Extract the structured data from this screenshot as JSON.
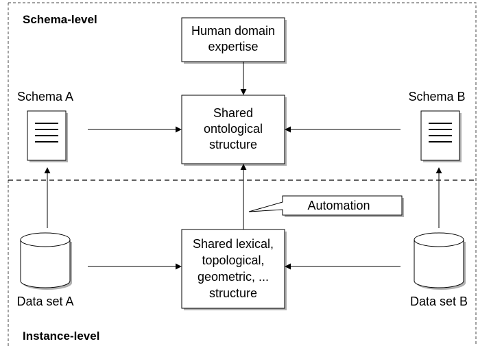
{
  "levels": {
    "schema": "Schema-level",
    "instance": "Instance-level"
  },
  "schema_a": {
    "label": "Schema A",
    "icon": "document-icon"
  },
  "schema_b": {
    "label": "Schema B",
    "icon": "document-icon"
  },
  "dataset_a": {
    "label": "Data set A",
    "icon": "database-icon"
  },
  "dataset_b": {
    "label": "Data set B",
    "icon": "database-icon"
  },
  "human": {
    "lines": [
      "Human domain",
      "expertise"
    ]
  },
  "shared_onto": {
    "lines": [
      "Shared",
      "ontological",
      "structure"
    ]
  },
  "shared_lex": {
    "lines": [
      "Shared lexical,",
      "topological,",
      "geometric, ...",
      "structure"
    ]
  },
  "automation": {
    "label": "Automation"
  },
  "colors": {
    "line": "#000000",
    "box_fill": "#ffffff",
    "shadow": "#b0b0b0",
    "border_dash": "#444444"
  }
}
